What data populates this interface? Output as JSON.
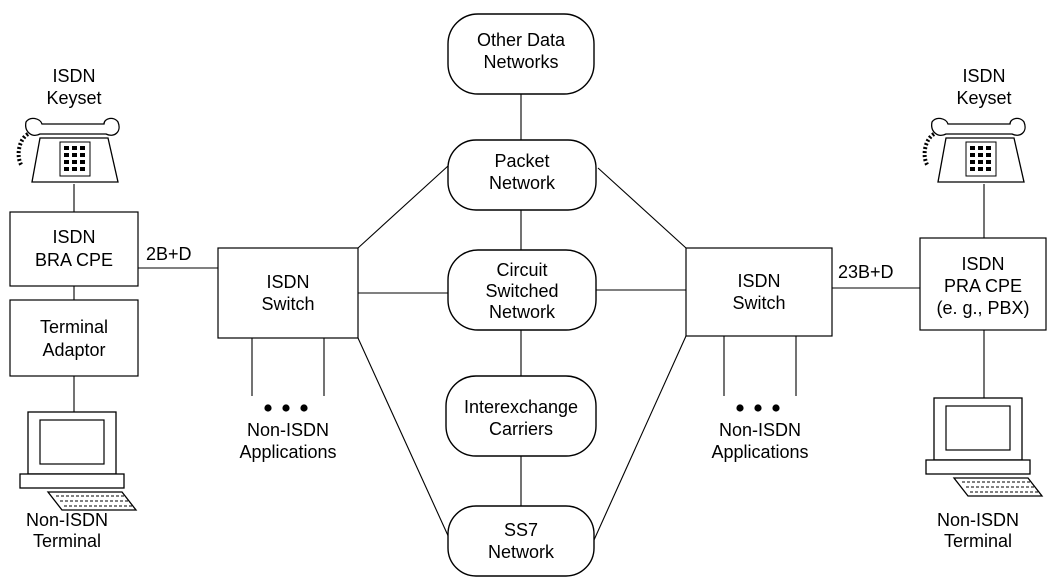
{
  "left": {
    "keyset": [
      "ISDN",
      "Keyset"
    ],
    "bra_cpe": [
      "ISDN",
      "BRA CPE"
    ],
    "terminal_adaptor": [
      "Terminal",
      "Adaptor"
    ],
    "terminal": [
      "Non-ISDN",
      "Terminal"
    ],
    "link_label": "2B+D",
    "switch": [
      "ISDN",
      "Switch"
    ],
    "applications": [
      "Non-ISDN",
      "Applications"
    ]
  },
  "center": {
    "other_data": [
      "Other Data",
      "Networks"
    ],
    "packet": [
      "Packet",
      "Network"
    ],
    "circuit": [
      "Circuit",
      "Switched",
      "Network"
    ],
    "interexchange": [
      "Interexchange",
      "Carriers"
    ],
    "ss7": [
      "SS7",
      "Network"
    ]
  },
  "right": {
    "keyset": [
      "ISDN",
      "Keyset"
    ],
    "pra_cpe": [
      "ISDN",
      "PRA CPE",
      "(e. g., PBX)"
    ],
    "terminal": [
      "Non-ISDN",
      "Terminal"
    ],
    "link_label": "23B+D",
    "switch": [
      "ISDN",
      "Switch"
    ],
    "applications": [
      "Non-ISDN",
      "Applications"
    ]
  },
  "icons": {
    "telephone": "telephone-icon",
    "computer": "computer-icon",
    "ellipsis": "ellipsis-dots"
  }
}
